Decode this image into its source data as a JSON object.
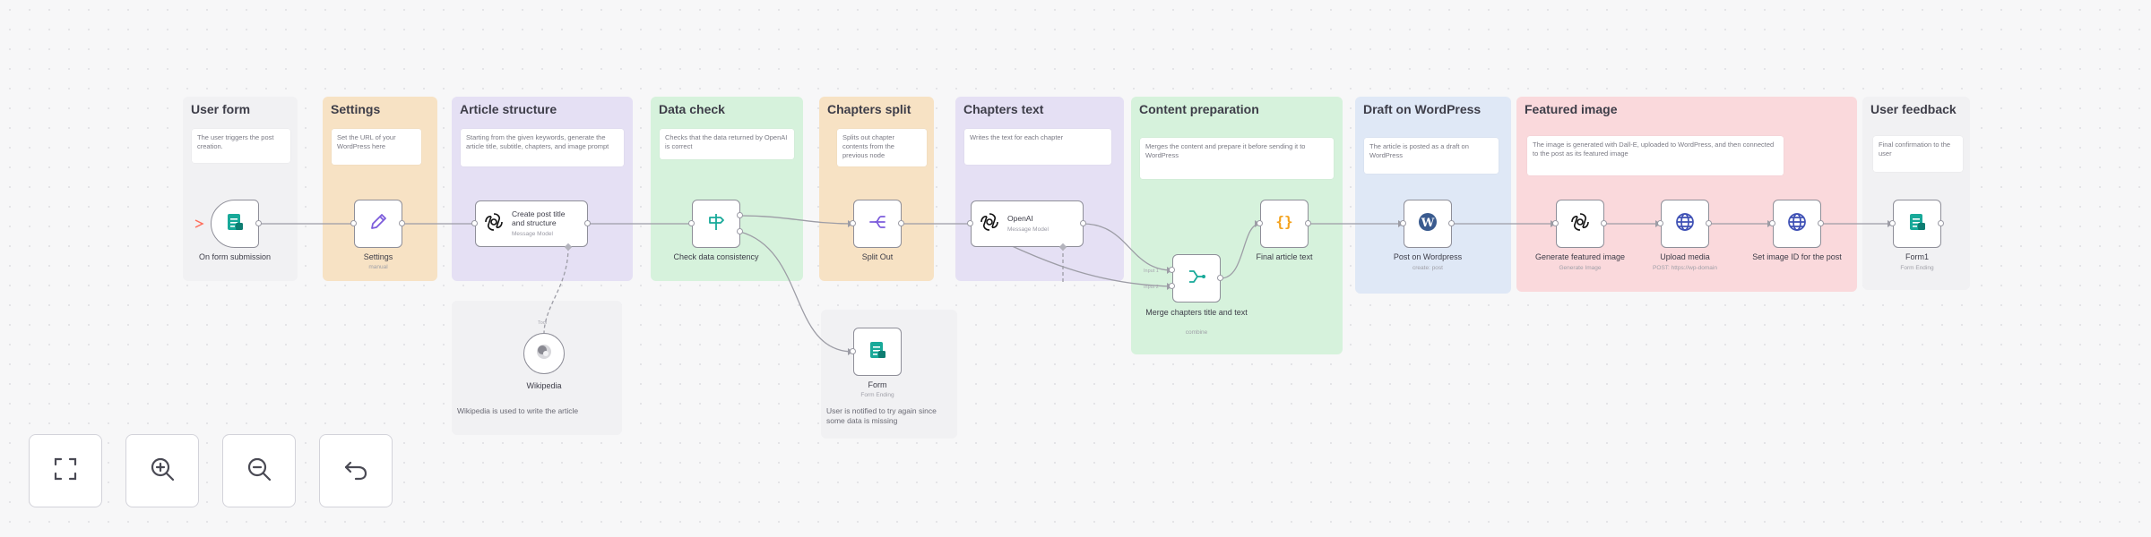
{
  "groups": {
    "user_form": {
      "title": "User form",
      "note": "The user triggers the post creation."
    },
    "settings": {
      "title": "Settings",
      "note": "Set the URL of your WordPress here"
    },
    "article_structure": {
      "title": "Article structure",
      "note": "Starting from the given keywords, generate the article title, subtitle, chapters, and image prompt"
    },
    "data_check": {
      "title": "Data check",
      "note": "Checks that the data returned by OpenAI is correct"
    },
    "chapters_split": {
      "title": "Chapters split",
      "note": "Splits out chapter contents from the previous node"
    },
    "chapters_text": {
      "title": "Chapters text",
      "note": "Writes the text for each chapter"
    },
    "content_preparation": {
      "title": "Content preparation",
      "note": "Merges the content and prepare it before sending it to WordPress"
    },
    "draft_wordpress": {
      "title": "Draft on WordPress",
      "note": "The article is posted as a draft on WordPress"
    },
    "featured_image": {
      "title": "Featured image",
      "note": "The image is generated with Dall-E, uploaded to WordPress, and then connected to the post as its featured image"
    },
    "user_feedback": {
      "title": "User feedback",
      "note": "Final confirmation to the user"
    }
  },
  "bottom_notes": {
    "wikipedia": "Wikipedia is used to write the article",
    "form_retry": "User is notified to try again since some data is missing"
  },
  "nodes": {
    "form_trigger": {
      "label": "On form submission",
      "icon": "form-icon"
    },
    "settings": {
      "label": "Settings",
      "sub": "manual",
      "icon": "pencil-icon"
    },
    "create_structure": {
      "title": "Create post title and structure",
      "sub": "Message Model",
      "icon": "openai-icon"
    },
    "wikipedia": {
      "label": "Wikipedia",
      "tool_tag": "Tool",
      "icon": "wikipedia-icon"
    },
    "check_consistency": {
      "label": "Check data consistency",
      "icon": "signpost-icon"
    },
    "form_error": {
      "label": "Form",
      "sub": "Form Ending",
      "icon": "form-icon"
    },
    "split_out": {
      "label": "Split Out",
      "icon": "split-icon"
    },
    "openai_chapters": {
      "title": "OpenAI",
      "sub": "Message Model",
      "icon": "openai-icon"
    },
    "merge": {
      "label": "Merge chapters title and text",
      "sub": "combine",
      "icon": "merge-icon"
    },
    "final_text": {
      "label": "Final article text",
      "icon": "code-braces-icon"
    },
    "post_wordpress": {
      "label": "Post on Wordpress",
      "sub": "create: post",
      "icon": "wordpress-icon"
    },
    "generate_image": {
      "label": "Generate featured image",
      "sub": "Generate Image",
      "icon": "openai-icon"
    },
    "upload_media": {
      "label": "Upload media",
      "sub": "POST: https://wp-domain",
      "icon": "globe-icon"
    },
    "set_image": {
      "label": "Set image ID for the post",
      "icon": "globe-icon"
    },
    "form_final": {
      "label": "Form1",
      "sub": "Form Ending",
      "icon": "form-icon"
    }
  },
  "edge_labels": {
    "input1": "Input 1",
    "input2": "Input 2"
  },
  "controls": [
    {
      "name": "fit-view",
      "icon": "expand-icon"
    },
    {
      "name": "zoom-in",
      "icon": "zoom-in-icon"
    },
    {
      "name": "zoom-out",
      "icon": "zoom-out-icon"
    },
    {
      "name": "reset",
      "icon": "undo-icon"
    }
  ],
  "colors": {
    "orange": "#f7e2c4",
    "purple": "#e5e0f4",
    "green": "#d6f2dc",
    "blue": "#dfe8f6",
    "pink": "#fad9dc",
    "neutral": "#f1f1f3",
    "openai": "#111111",
    "teal": "#18a999",
    "violet": "#7c5cdb",
    "orange_icon": "#f4a21d",
    "wordpress": "#3a5b8f",
    "globe": "#3f51b5"
  }
}
